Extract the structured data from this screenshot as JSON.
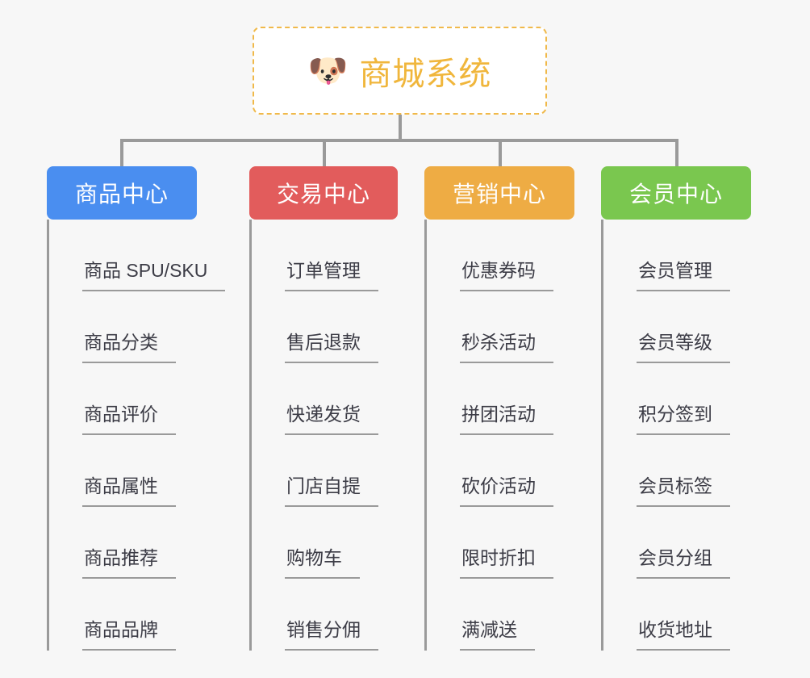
{
  "background_color": "#f7f7f7",
  "root": {
    "title": "商城系统",
    "icon": "dog-face-emoji",
    "emoji": "🐶",
    "text_color": "#f0b63c",
    "border_color": "#f0b94a"
  },
  "connector_color": "#9a9a9a",
  "columns": [
    {
      "id": "product-center",
      "label": "商品中心",
      "color": "#4a8ef0",
      "items": [
        "商品 SPU/SKU",
        "商品分类",
        "商品评价",
        "商品属性",
        "商品推荐",
        "商品品牌"
      ]
    },
    {
      "id": "trade-center",
      "label": "交易中心",
      "color": "#e25c5c",
      "items": [
        "订单管理",
        "售后退款",
        "快递发货",
        "门店自提",
        "购物车",
        "销售分佣"
      ]
    },
    {
      "id": "marketing-center",
      "label": "营销中心",
      "color": "#eeac44",
      "items": [
        "优惠券码",
        "秒杀活动",
        "拼团活动",
        "砍价活动",
        "限时折扣",
        "满减送"
      ]
    },
    {
      "id": "member-center",
      "label": "会员中心",
      "color": "#7ac74f",
      "items": [
        "会员管理",
        "会员等级",
        "积分签到",
        "会员标签",
        "会员分组",
        "收货地址"
      ]
    }
  ]
}
